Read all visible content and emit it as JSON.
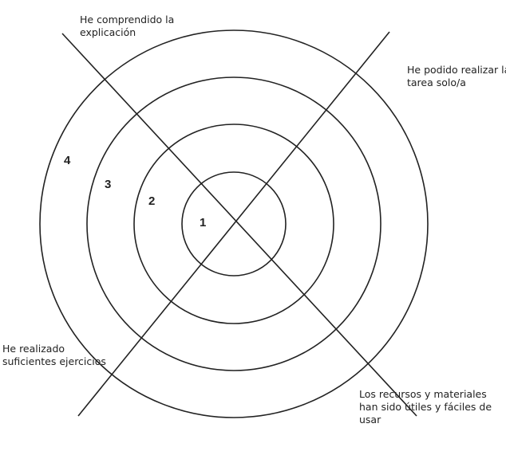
{
  "labels": {
    "top_left": "He comprendido la\nexplicación",
    "top_right": "He podido realizar la\ntarea solo/a",
    "bottom_left": "He realizado\nsuficientes ejercicios",
    "bottom_right": "Los recursos y materiales\nhan sido útiles y fáciles de\nusar"
  },
  "rings": [
    "1",
    "2",
    "3",
    "4"
  ]
}
